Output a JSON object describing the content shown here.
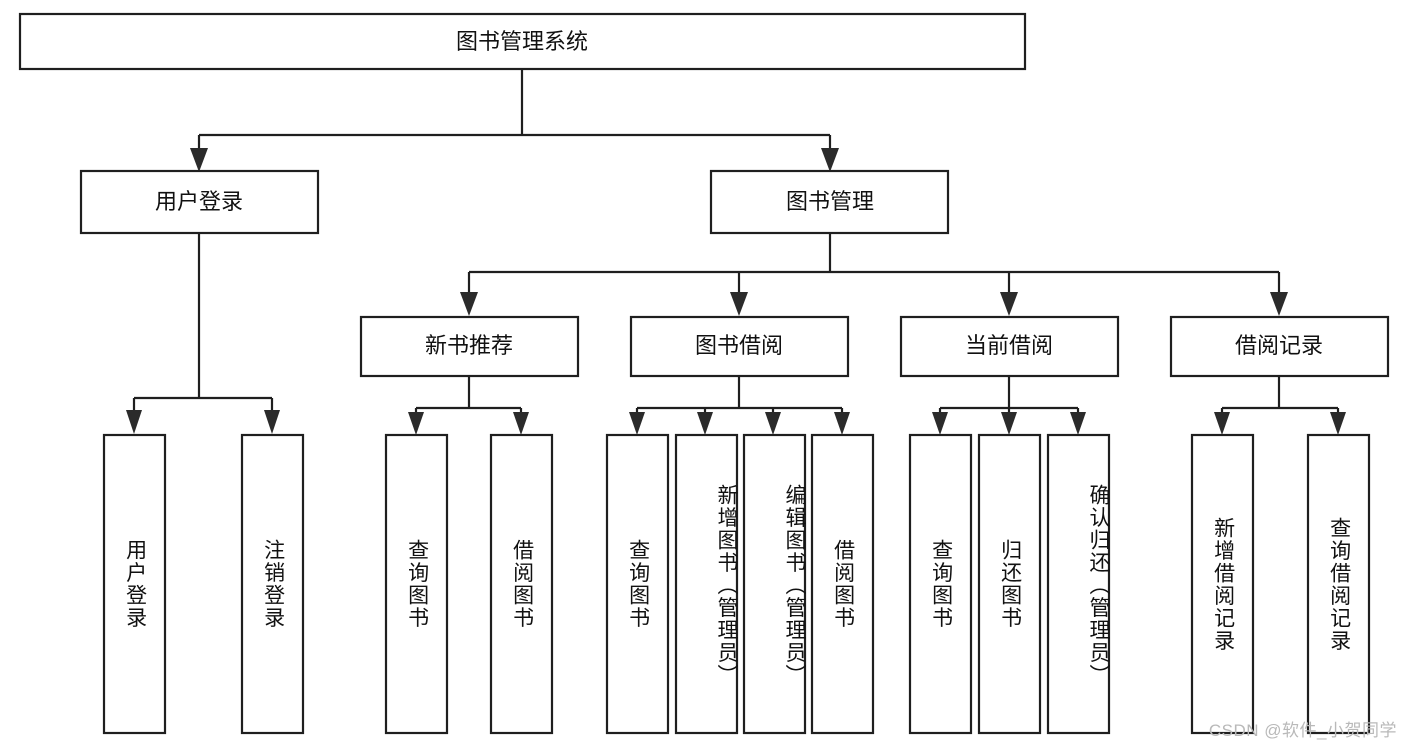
{
  "diagram": {
    "type": "tree-hierarchy-chart",
    "title": "图书管理系统",
    "watermark": "CSDN @软件_小贺同学",
    "colors": {
      "box_stroke": "#1f1f1f",
      "box_fill": "#ffffff",
      "text": "#111111",
      "arrow": "#2b2b2b",
      "watermark": "#b9b9b9",
      "background": "#ffffff"
    },
    "levels": [
      {
        "level": 1,
        "nodes": [
          {
            "id": "root",
            "label": "图书管理系统",
            "orientation": "horizontal"
          }
        ]
      },
      {
        "level": 2,
        "nodes": [
          {
            "id": "user-login",
            "label": "用户登录",
            "orientation": "horizontal",
            "parent": "root"
          },
          {
            "id": "book-manage",
            "label": "图书管理",
            "orientation": "horizontal",
            "parent": "root"
          }
        ]
      },
      {
        "level": 3,
        "nodes": [
          {
            "id": "new-book-rec",
            "label": "新书推荐",
            "orientation": "horizontal",
            "parent": "book-manage"
          },
          {
            "id": "book-borrow",
            "label": "图书借阅",
            "orientation": "horizontal",
            "parent": "book-manage"
          },
          {
            "id": "current-borrow",
            "label": "当前借阅",
            "orientation": "horizontal",
            "parent": "book-manage"
          },
          {
            "id": "borrow-record",
            "label": "借阅记录",
            "orientation": "horizontal",
            "parent": "book-manage"
          }
        ]
      },
      {
        "level": 4,
        "nodes": [
          {
            "id": "leaf-user-login",
            "label": "用户登录",
            "orientation": "vertical",
            "parent": "user-login"
          },
          {
            "id": "leaf-logout",
            "label": "注销登录",
            "orientation": "vertical",
            "parent": "user-login"
          },
          {
            "id": "leaf-query-book-1",
            "label": "查询图书",
            "orientation": "vertical",
            "parent": "new-book-rec"
          },
          {
            "id": "leaf-borrow-book-1",
            "label": "借阅图书",
            "orientation": "vertical",
            "parent": "new-book-rec"
          },
          {
            "id": "leaf-query-book-2",
            "label": "查询图书",
            "orientation": "vertical",
            "parent": "book-borrow"
          },
          {
            "id": "leaf-add-book",
            "label": "新增图书（管理员）",
            "orientation": "vertical",
            "parent": "book-borrow"
          },
          {
            "id": "leaf-edit-book",
            "label": "编辑图书（管理员）",
            "orientation": "vertical",
            "parent": "book-borrow"
          },
          {
            "id": "leaf-borrow-book-2",
            "label": "借阅图书",
            "orientation": "vertical",
            "parent": "book-borrow"
          },
          {
            "id": "leaf-query-book-3",
            "label": "查询图书",
            "orientation": "vertical",
            "parent": "current-borrow"
          },
          {
            "id": "leaf-return-book",
            "label": "归还图书",
            "orientation": "vertical",
            "parent": "current-borrow"
          },
          {
            "id": "leaf-confirm-return",
            "label": "确认归还（管理员）",
            "orientation": "vertical",
            "parent": "current-borrow"
          },
          {
            "id": "leaf-add-record",
            "label": "新增借阅记录",
            "orientation": "vertical",
            "parent": "borrow-record"
          },
          {
            "id": "leaf-query-record",
            "label": "查询借阅记录",
            "orientation": "vertical",
            "parent": "borrow-record"
          }
        ]
      }
    ]
  }
}
